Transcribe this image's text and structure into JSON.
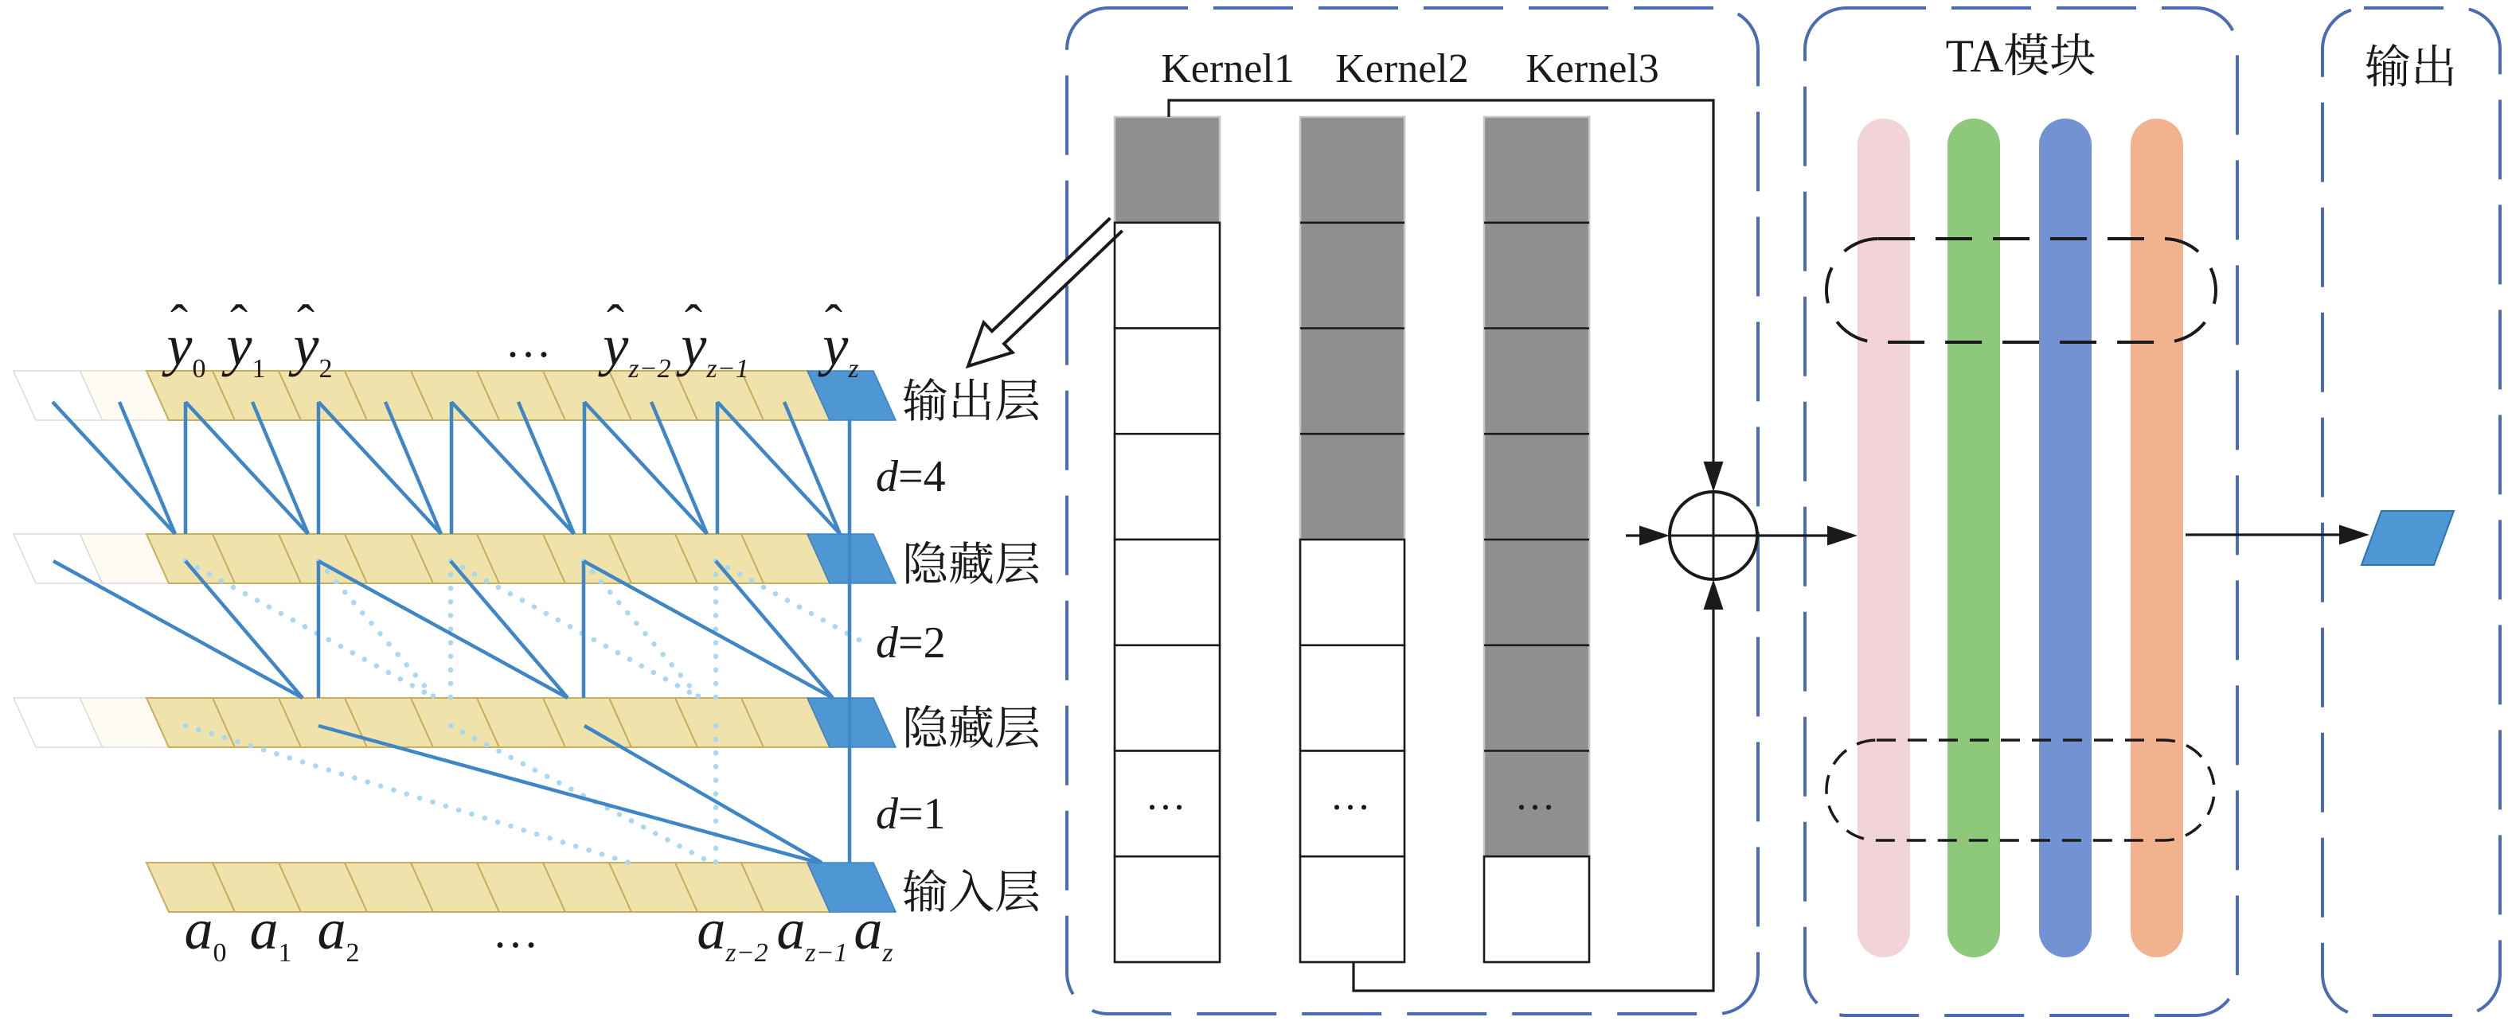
{
  "figure": {
    "type": "architecture-diagram",
    "description": "Dilated causal temporal convolutional network with multi-kernel fusion, TA attention module and output"
  },
  "left": {
    "hat": "ˆ",
    "top_var": "y",
    "top_subs": [
      "0",
      "1",
      "2",
      "z−2",
      "z−1",
      "z"
    ],
    "bottom_var": "a",
    "bottom_subs": [
      "0",
      "1",
      "2",
      "z−2",
      "z−1",
      "z"
    ],
    "ellipsis": "...",
    "layers": [
      "输出层",
      "隐藏层",
      "隐藏层",
      "输入层"
    ],
    "dilations": [
      {
        "var": "d",
        "eq": "=4"
      },
      {
        "var": "d",
        "eq": "=2"
      },
      {
        "var": "d",
        "eq": "=1"
      }
    ]
  },
  "middle": {
    "kernels": [
      "Kernel1",
      "Kernel2",
      "Kernel3"
    ],
    "ellipsis": "..."
  },
  "ta": {
    "title": "TA模块"
  },
  "output": {
    "title": "输出"
  },
  "colors": {
    "cell_yellow": "#f0e2ab",
    "cell_blue": "#4e96d4",
    "line_blue": "#3e86c6",
    "dotted_blue": "#a8d8f2",
    "panel_dash": "#4a6cb4",
    "kernel_gray": "#8f8f8f",
    "bar_pink": "#f2d3d8",
    "bar_green": "#8dc87b",
    "bar_blue": "#7392d4",
    "bar_orange": "#f1b38e"
  }
}
